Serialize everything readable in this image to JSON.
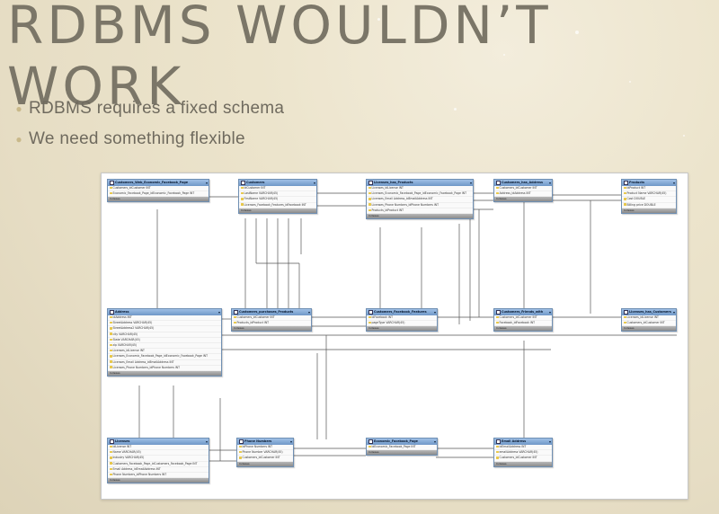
{
  "slide": {
    "title": "RDBMS WOULDN’T WORK",
    "bullets": [
      "RDBMS requires a fixed schema",
      "We need something flexible"
    ]
  },
  "colors": {
    "title": "#7b7668",
    "bullet_marker": "#c9b98a",
    "table_header": "#7fa3cf",
    "table_border": "#6f8fb3"
  },
  "diagram": {
    "tables": [
      {
        "id": "t1",
        "name": "Customers_Web_Economic_Facebook_Page",
        "rows": [
          "Customers_idCustomer INT",
          "Economic_Facebook_Page_idEconomic_Facebook_Page INT"
        ],
        "footer": "Indexes"
      },
      {
        "id": "t2",
        "name": "Customers",
        "rows": [
          "idCustomer INT",
          "LastName VARCHAR(45)",
          "FirstName VARCHAR(45)",
          "Licenses_Facebook_Features_idFacebook INT"
        ],
        "footer": "Indexes"
      },
      {
        "id": "t3",
        "name": "Licenses_has_Products",
        "rows": [
          "Licenses_idLicense INT",
          "Licenses_Economic_Facebook_Page_idEconomic_Facebook_Page INT",
          "Licenses_Email Address_idEmailAddress INT",
          "Licenses_Phone Numbers_idPhone Numbers INT",
          "Products_idProduct INT"
        ],
        "footer": "Indexes"
      },
      {
        "id": "t4",
        "name": "Customers_has_Address",
        "rows": [
          "Customers_idCustomer INT",
          "Address_idAddress INT"
        ],
        "footer": "Indexes"
      },
      {
        "id": "t5",
        "name": "Products",
        "rows": [
          "idProduct INT",
          "Product Name VARCHAR(45)",
          "Cost DOUBLE",
          "Billing price DOUBLE"
        ],
        "footer": "Indexes"
      },
      {
        "id": "t6",
        "name": "Address",
        "rows": [
          "idAddress INT",
          "StreetAddress VARCHAR(45)",
          "StreetAddress2 VARCHAR(45)",
          "city VARCHAR(45)",
          "State VARCHAR(45)",
          "zip VARCHAR(45)",
          "Licenses_idLicense INT",
          "Licenses_Economic_Facebook_Page_idEconomic_Facebook_Page INT",
          "Licenses_Email Address_idEmailAddress INT",
          "Licenses_Phone Numbers_idPhone Numbers INT"
        ],
        "footer": "Indexes"
      },
      {
        "id": "t7",
        "name": "Customers_purchases_Products",
        "rows": [
          "Customers_idCustomer INT",
          "Products_idProduct INT"
        ],
        "footer": "Indexes"
      },
      {
        "id": "t8",
        "name": "Customers_Facebook_Features",
        "rows": [
          "idFacebook INT",
          "pageType VARCHAR(45)"
        ],
        "footer": "Indexes"
      },
      {
        "id": "t9",
        "name": "Customers_Friends_with",
        "rows": [
          "Customers_idCustomer INT",
          "Facebook_idFacebook INT"
        ],
        "footer": "Indexes"
      },
      {
        "id": "t10",
        "name": "Licenses_has_Customers",
        "rows": [
          "Licenses_idLicense INT",
          "Customers_idCustomer INT"
        ],
        "footer": "Indexes"
      },
      {
        "id": "t11",
        "name": "Licenses",
        "rows": [
          "idLicense INT",
          "Name VARCHAR(45)",
          "Industry VARCHAR(45)",
          "Customers_Facebook_Page_idCustomers_Facebook_Page INT",
          "Email Address_idEmailAddress INT",
          "Phone Numbers_idPhone Numbers INT"
        ],
        "footer": "Indexes"
      },
      {
        "id": "t12",
        "name": "Phone Numbers",
        "rows": [
          "idPhone Numbers INT",
          "Phone Number VARCHAR(45)",
          "Customers_idCustomer INT"
        ],
        "footer": "Indexes"
      },
      {
        "id": "t13",
        "name": "Economic_Facebook_Page",
        "rows": [
          "idEconomic_Facebook_Page INT"
        ],
        "footer": "Indexes"
      },
      {
        "id": "t14",
        "name": "Email Address",
        "rows": [
          "idEmailAddress INT",
          "emailAddress VARCHAR(45)",
          "Customers_idCustomer INT"
        ],
        "footer": "Indexes"
      }
    ]
  }
}
